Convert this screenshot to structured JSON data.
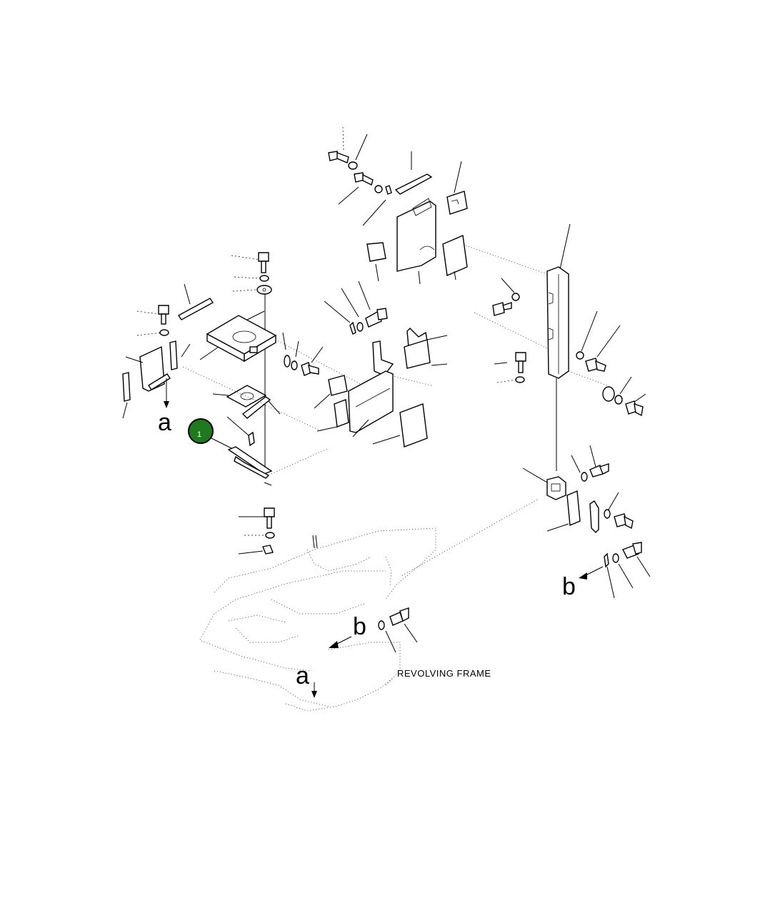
{
  "diagram": {
    "callout": {
      "number": "1",
      "color": "#1f7a1f"
    },
    "labels": {
      "a_top": "a",
      "a_bottom": "a",
      "b_right": "b",
      "b_bottom": "b",
      "revolving_frame": "REVOLVING FRAME"
    }
  }
}
